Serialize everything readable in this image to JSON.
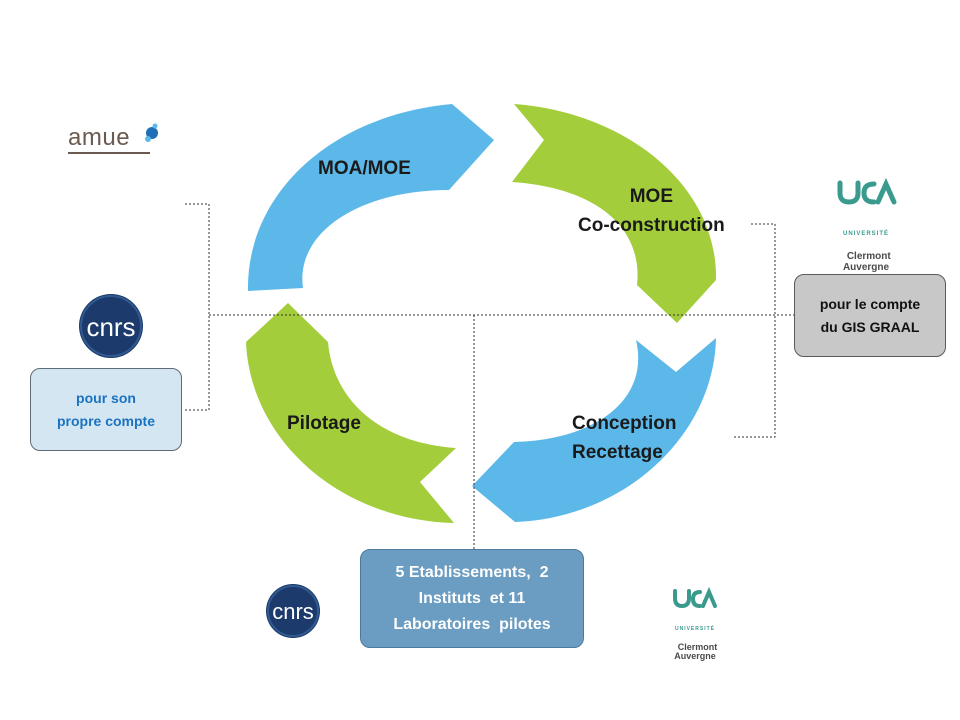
{
  "cycle": {
    "phase_1": "MOA/MOE",
    "phase_2": "MOE\nCo-construction",
    "phase_3": "Conception\nRecettage",
    "phase_4": "Pilotage"
  },
  "boxes": {
    "own_account": "pour son\npropre compte",
    "gis_account": "pour le compte\ndu GIS GRAAL",
    "pilots": "5 Etablissements,  2\nInstituts  et 11\nLaboratoires  pilotes"
  },
  "logos": {
    "amue": "amue",
    "cnrs": "cnrs",
    "uca_univ": "UNIVERSITÉ",
    "uca_name": "Clermont\nAuvergne"
  },
  "colors": {
    "blue_arrow": "#5bb8e8",
    "green_arrow": "#a3cd3b",
    "own_box_fill": "#d5e6f3",
    "gis_box_fill": "#c8c8c8",
    "pilot_box_fill": "#6a9dc1",
    "cnrs_navy": "#1c3a6b",
    "uca_teal": "#3a9a8e"
  }
}
